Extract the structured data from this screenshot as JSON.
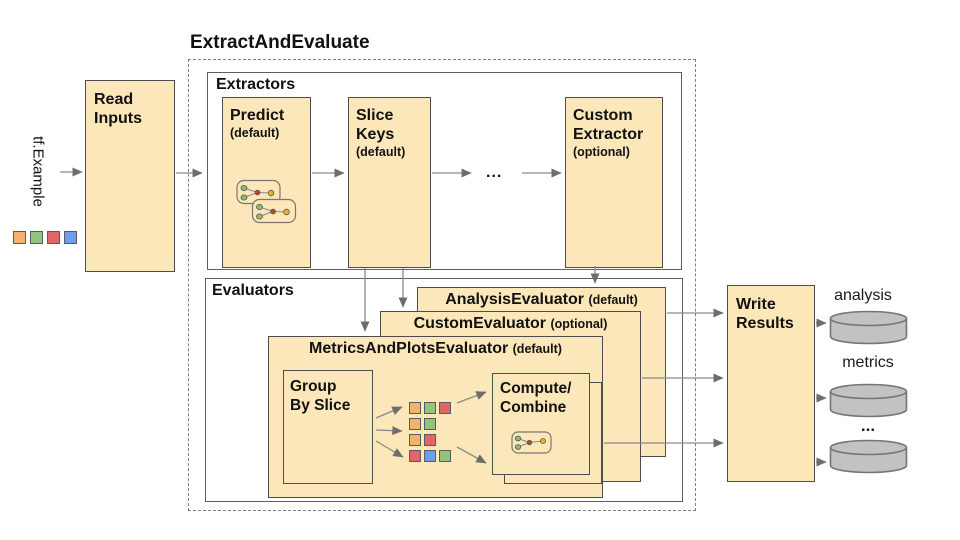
{
  "diagram_title": "ExtractAndEvaluate",
  "colors": {
    "box_fill": "#fbe7b9",
    "box_border": "#4d4d4d",
    "container_border": "#5f5f5f",
    "arrow": "#7a7a7a",
    "cylinder_fill": "#c2c2c2",
    "cylinder_border": "#757575",
    "orange": "#f6b26b",
    "green": "#93c47d",
    "red": "#e06666",
    "blue": "#6d9eeb"
  },
  "input": {
    "source_label": "tf.Example",
    "legend_squares": [
      "orange",
      "green",
      "red",
      "blue"
    ],
    "read_inputs_label": "Read\nInputs"
  },
  "extractors": {
    "section_label": "Extractors",
    "predict": {
      "name": "Predict",
      "qualifier": "(default)"
    },
    "slice_keys": {
      "name": "Slice\nKeys",
      "qualifier": "(default)"
    },
    "ellipsis": "...",
    "custom_extractor": {
      "name": "Custom\nExtractor",
      "qualifier": "(optional)"
    }
  },
  "evaluators": {
    "section_label": "Evaluators",
    "analysis_evaluator": {
      "name": "AnalysisEvaluator",
      "qualifier": "(default)"
    },
    "custom_evaluator": {
      "name": "CustomEvaluator",
      "qualifier": "(optional)"
    },
    "metrics_plots_evaluator": {
      "name": "MetricsAndPlotsEvaluator",
      "qualifier": "(default)"
    },
    "group_by_slice_label": "Group\nBy Slice",
    "compute_combine_label": "Compute/\nCombine",
    "slice_rows": [
      [
        "orange",
        "green",
        "red"
      ],
      [
        "orange",
        "green"
      ],
      [
        "orange",
        "red"
      ],
      [
        "red",
        "blue",
        "green"
      ]
    ]
  },
  "output": {
    "write_results_label": "Write\nResults",
    "stores": [
      {
        "label": "analysis"
      },
      {
        "label": "metrics"
      },
      {
        "label": "..."
      }
    ]
  }
}
